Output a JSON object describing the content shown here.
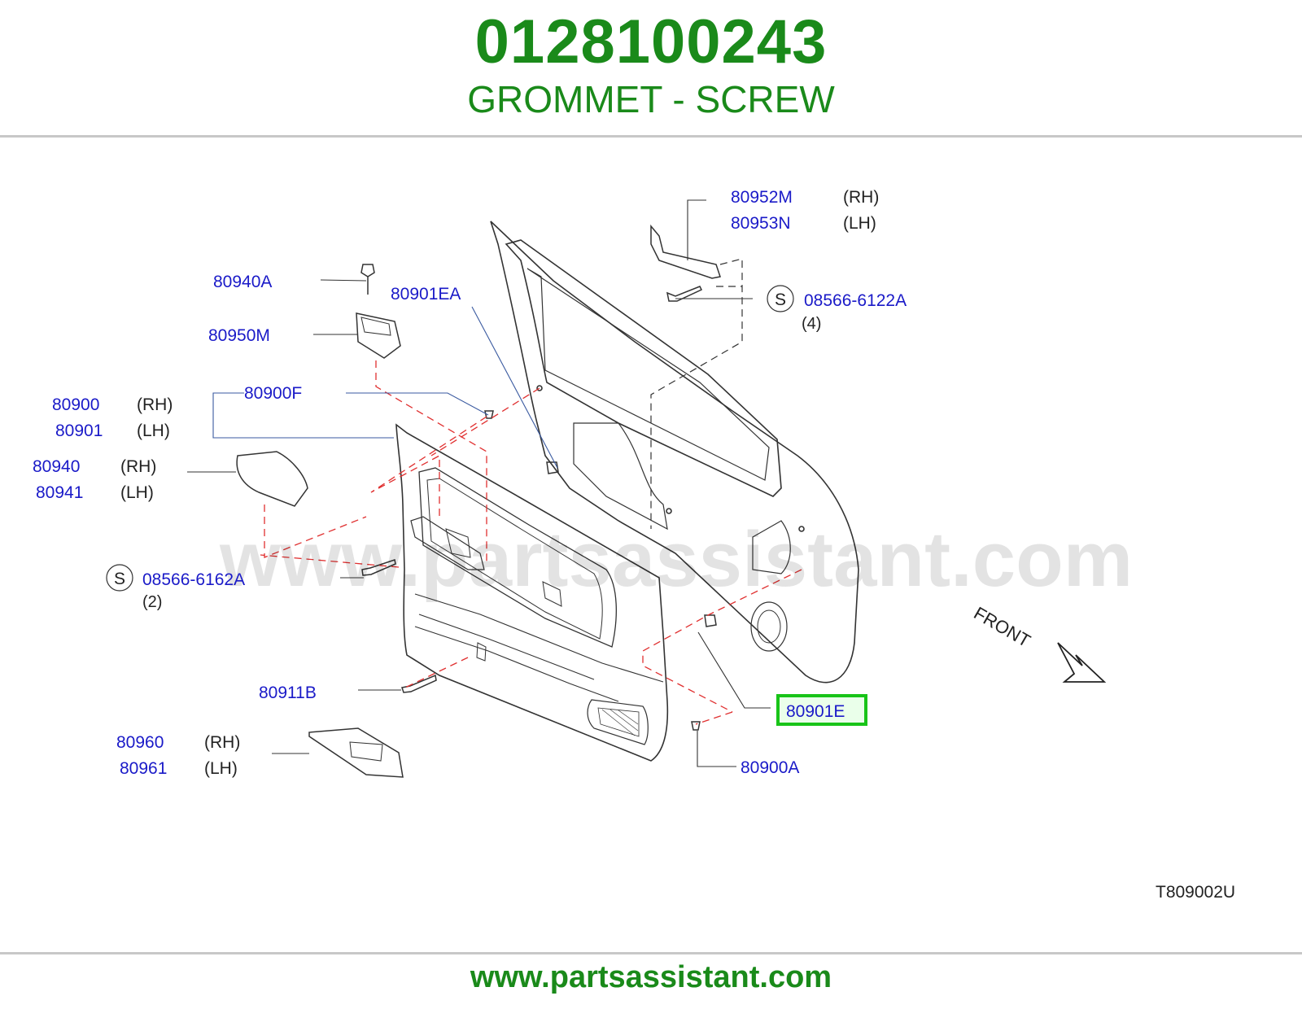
{
  "header": {
    "part_number": "0128100243",
    "part_name": "GROMMET - SCREW"
  },
  "diagram": {
    "callouts": {
      "c80952M": "80952M",
      "c80953N": "80953N",
      "c80940A": "80940A",
      "c80901EA": "80901EA",
      "c08566_6122A": "08566-6122A",
      "c80950M": "80950M",
      "c80900F": "80900F",
      "c80900": "80900",
      "c80901": "80901",
      "c80940": "80940",
      "c80941": "80941",
      "c08566_6162A": "08566-6162A",
      "c80901E": "80901E",
      "c80911B": "80911B",
      "c80960": "80960",
      "c80961": "80961",
      "c80900A": "80900A"
    },
    "sides": {
      "rh": "(RH)",
      "lh": "(LH)"
    },
    "standard_mark": "S",
    "quantities": {
      "q4": "(4)",
      "q2": "(2)"
    },
    "front_label": "FRONT",
    "drawing_code": "T809002U",
    "highlighted_part": "80901E"
  },
  "watermark": "www.partsassistant.com",
  "footer": {
    "url": "www.partsassistant.com"
  },
  "colors": {
    "brand_green": "#1a8a1a",
    "callout_blue": "#1a1ac8",
    "highlight_green": "#18c418",
    "leader_red": "#e03030"
  }
}
